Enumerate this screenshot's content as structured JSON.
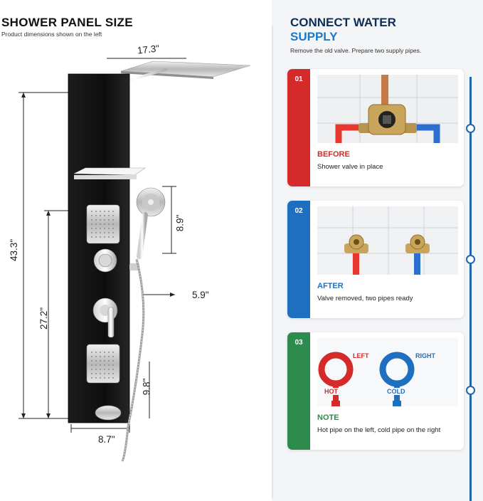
{
  "left": {
    "title": "SHOWER PANEL SIZE",
    "subtitle": "Product dimensions shown on the left",
    "dimensions": {
      "head_width": "17.3\"",
      "total_height": "43.3\"",
      "lower_height": "27.2\"",
      "handheld_height": "8.9\"",
      "depth": "5.9\"",
      "spout_height": "9.8\"",
      "panel_width": "8.7\""
    }
  },
  "right": {
    "title_line1": "CONNECT WATER",
    "title_line2": "SUPPLY",
    "subtitle": "Remove the old valve. Prepare two supply pipes.",
    "steps": [
      {
        "number": "01",
        "label": "BEFORE",
        "desc": "Shower valve in place",
        "color": "#d42a2a"
      },
      {
        "number": "02",
        "label": "AFTER",
        "desc": "Valve removed, two pipes ready",
        "color": "#1f6fc0"
      },
      {
        "number": "03",
        "label": "NOTE",
        "desc": "Hot pipe on the left, cold pipe on the right",
        "color": "#2e8b4e"
      }
    ],
    "note_diagram": {
      "left_label": "LEFT",
      "right_label": "RIGHT",
      "hot_label": "HOT",
      "cold_label": "COLD",
      "hot_color": "#d42a2a",
      "cold_color": "#1f6fc0"
    }
  }
}
